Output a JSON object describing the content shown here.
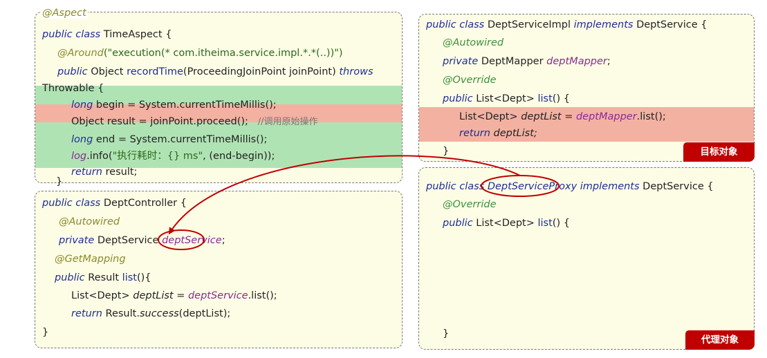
{
  "aspect": {
    "annotation": "@Aspect",
    "class_kw": "public class",
    "class_name": "TimeAspect {",
    "around_anno": "@Around",
    "around_args": "(\"execution(* com.itheima.service.impl.*.*(..))\")",
    "method_kw": "public",
    "method_ret": "Object",
    "method_name": "recordTime",
    "method_params": "(ProceedingJoinPoint joinPoint)",
    "throws_kw": "throws",
    "throwable": "Throwable {",
    "l_begin_kw": "long",
    "l_begin_rest": "begin = System.currentTimeMillis();",
    "l_result": "Object result = joinPoint.proceed();",
    "l_result_comment": "//调用原始操作",
    "l_end_kw": "long",
    "l_end_rest": "end = System.currentTimeMillis();",
    "l_log_a": "log",
    "l_log_b": ".info(",
    "l_log_str": "\"执行耗时：{} ms\"",
    "l_log_c": ", (end-begin));",
    "l_return_kw": "return",
    "l_return_rest": "result;",
    "closing": "}"
  },
  "controller": {
    "class_kw": "public class",
    "class_name": "DeptController {",
    "autowired": "@Autowired",
    "field_kw": "private",
    "field_type": "DeptService",
    "field_name": "deptService",
    "field_end": ";",
    "getmapping": "@GetMapping",
    "m_kw": "public",
    "m_type": "Result",
    "m_name": "list",
    "m_end": "(){",
    "body1_type": "List<Dept>",
    "body1_var": "deptList =",
    "body1_obj": "deptService",
    "body1_call": ".list();",
    "body2_kw": "return",
    "body2_a": "Result.",
    "body2_m": "success",
    "body2_b": "(deptList);",
    "closing": "}"
  },
  "impl": {
    "class_kw": "public class",
    "class_name": "DeptServiceImpl",
    "impl_kw": "implements",
    "iface": "DeptService {",
    "autowired": "@Autowired",
    "field_kw": "private",
    "field_type": "DeptMapper",
    "field_name": "deptMapper",
    "field_end": ";",
    "override": "@Override",
    "m_kw": "public",
    "m_type": "List<Dept>",
    "m_name": "list",
    "m_end": "() {",
    "body1_type": "List<Dept>",
    "body1_var": "deptList =",
    "body1_obj": "deptMapper",
    "body1_call": ".list();",
    "body2_kw": "return",
    "body2_rest": "deptList;",
    "closing": "}",
    "tag": "目标对象"
  },
  "proxy": {
    "class_kw": "public class",
    "class_name": "DeptServiceProxy",
    "impl_kw": "implements",
    "iface": "DeptService {",
    "override": "@Override",
    "m_kw": "public",
    "m_type": "List<Dept>",
    "m_name": "list",
    "m_end": "() {",
    "closing": "}",
    "tag": "代理对象"
  },
  "colors": {
    "highlight_green": "#b0e3b4",
    "highlight_red": "#f3b1a2",
    "annotation_circle": "#c00000",
    "tag_bg": "#c00000"
  }
}
